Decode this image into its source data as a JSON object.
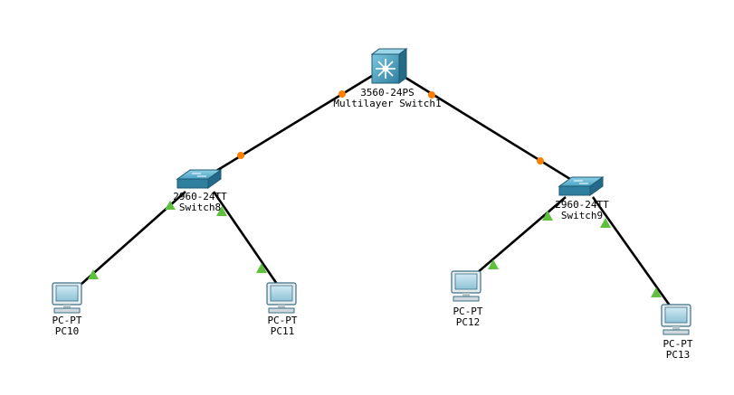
{
  "canvas": {
    "background": "#ffffff"
  },
  "colors": {
    "link": "#000000",
    "port_up_trunk": "#ff7f00",
    "port_up_access": "#5fbf3f",
    "device_body": "#2f7f9f"
  },
  "devices": {
    "multilayer_switch": {
      "model": "3560-24PS",
      "name": "Multilayer Switch1",
      "icon": "multilayer-switch-icon"
    },
    "switch8": {
      "model": "2960-24TT",
      "name": "Switch8",
      "icon": "switch-icon"
    },
    "switch9": {
      "model": "2960-24TT",
      "name": "Switch9",
      "icon": "switch-icon"
    },
    "pc10": {
      "model": "PC-PT",
      "name": "PC10",
      "icon": "pc-icon"
    },
    "pc11": {
      "model": "PC-PT",
      "name": "PC11",
      "icon": "pc-icon"
    },
    "pc12": {
      "model": "PC-PT",
      "name": "PC12",
      "icon": "pc-icon"
    },
    "pc13": {
      "model": "PC-PT",
      "name": "PC13",
      "icon": "pc-icon"
    }
  },
  "links": [
    {
      "from": "multilayer_switch",
      "to": "switch8",
      "status": "trunk-orange"
    },
    {
      "from": "multilayer_switch",
      "to": "switch9",
      "status": "trunk-orange"
    },
    {
      "from": "switch8",
      "to": "pc10",
      "status": "up-green"
    },
    {
      "from": "switch8",
      "to": "pc11",
      "status": "up-green"
    },
    {
      "from": "switch9",
      "to": "pc12",
      "status": "up-green"
    },
    {
      "from": "switch9",
      "to": "pc13",
      "status": "up-green"
    }
  ]
}
